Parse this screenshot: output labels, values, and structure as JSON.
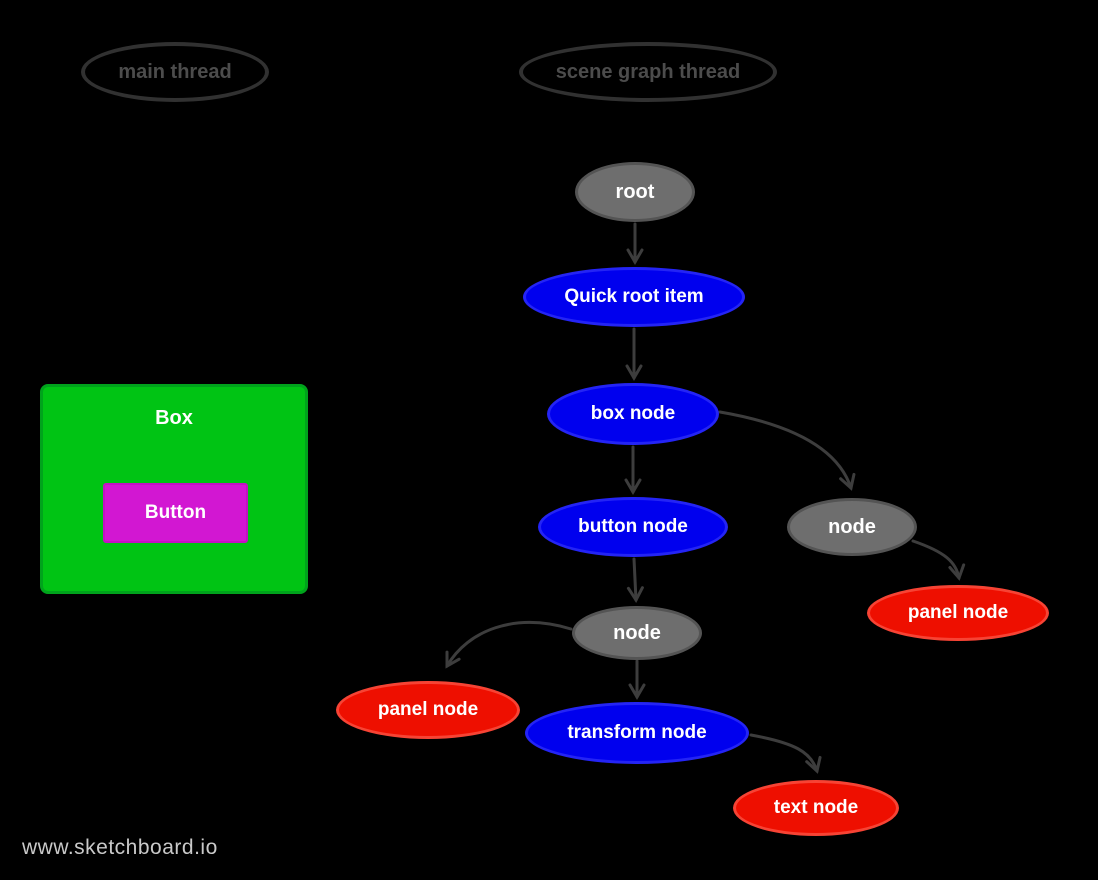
{
  "page": {
    "watermark": "www.sketchboard.io"
  },
  "threads": {
    "main": {
      "label": "main thread"
    },
    "scene_graph": {
      "label": "scene graph thread"
    }
  },
  "ui_preview": {
    "box": {
      "label": "Box"
    },
    "button": {
      "label": "Button"
    }
  },
  "graph": {
    "nodes": [
      {
        "id": "root",
        "label": "root",
        "color": "gray"
      },
      {
        "id": "quick-root-item",
        "label": "Quick root item",
        "color": "blue"
      },
      {
        "id": "box-node",
        "label": "box node",
        "color": "blue"
      },
      {
        "id": "button-node",
        "label": "button node",
        "color": "blue"
      },
      {
        "id": "node-a",
        "label": "node",
        "color": "gray"
      },
      {
        "id": "panel-node-a",
        "label": "panel node",
        "color": "red"
      },
      {
        "id": "node-b",
        "label": "node",
        "color": "gray"
      },
      {
        "id": "panel-node-b",
        "label": "panel node",
        "color": "red"
      },
      {
        "id": "transform-node",
        "label": "transform node",
        "color": "blue"
      },
      {
        "id": "text-node",
        "label": "text node",
        "color": "red"
      }
    ],
    "edges": [
      {
        "from": "root",
        "to": "quick-root-item"
      },
      {
        "from": "quick-root-item",
        "to": "box-node"
      },
      {
        "from": "box-node",
        "to": "button-node"
      },
      {
        "from": "box-node",
        "to": "node-a"
      },
      {
        "from": "node-a",
        "to": "panel-node-a"
      },
      {
        "from": "button-node",
        "to": "node-b"
      },
      {
        "from": "node-b",
        "to": "panel-node-b"
      },
      {
        "from": "node-b",
        "to": "transform-node"
      },
      {
        "from": "transform-node",
        "to": "text-node"
      }
    ]
  },
  "colors": {
    "background": "#000000",
    "node_blue": "#0000ee",
    "node_gray": "#6e6e6e",
    "node_red": "#ee0f00",
    "box_green": "#00c414",
    "button_magenta": "#d217d2",
    "edge_stroke": "#3d3d3d",
    "thread_outline": "#313131",
    "thread_text": "#4c4c4c",
    "watermark_text": "#c9c9c9"
  }
}
